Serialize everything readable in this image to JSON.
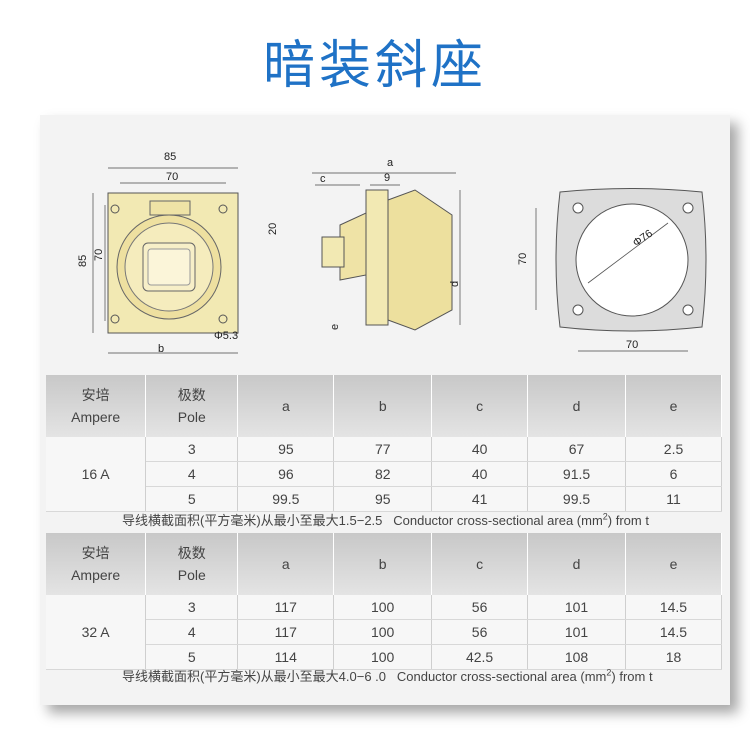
{
  "title": "暗装斜座",
  "drawings": {
    "front": {
      "w_outer": "85",
      "w_inner": "70",
      "h_outer": "85",
      "h_inner": "70",
      "hole": "Φ5.3",
      "b": "b"
    },
    "side": {
      "a": "a",
      "nine": "9",
      "c": "c",
      "twenty": "20",
      "d": "d",
      "e": "e"
    },
    "panel": {
      "h": "70",
      "w": "70",
      "dia": "Φ76"
    }
  },
  "tables": [
    {
      "headers": [
        {
          "cn": "安培",
          "en": "Ampere"
        },
        {
          "cn": "极数",
          "en": "Pole"
        },
        {
          "label": "a"
        },
        {
          "label": "b"
        },
        {
          "label": "c"
        },
        {
          "label": "d"
        },
        {
          "label": "e"
        }
      ],
      "ampere": "16 A",
      "rows": [
        {
          "pole": "3",
          "a": "95",
          "b": "77",
          "c": "40",
          "d": "67",
          "e": "2.5"
        },
        {
          "pole": "4",
          "a": "96",
          "b": "82",
          "c": "40",
          "d": "91.5",
          "e": "6"
        },
        {
          "pole": "5",
          "a": "99.5",
          "b": "95",
          "c": "41",
          "d": "99.5",
          "e": "11"
        }
      ],
      "note_cn": "导线横截面积(平方毫米)从最小至最大1.5−2.5",
      "note_en": "Conductor cross-sectional area (mm",
      "note_sup": "2",
      "note_tail": ") from t"
    },
    {
      "headers": [
        {
          "cn": "安培",
          "en": "Ampere"
        },
        {
          "cn": "极数",
          "en": "Pole"
        },
        {
          "label": "a"
        },
        {
          "label": "b"
        },
        {
          "label": "c"
        },
        {
          "label": "d"
        },
        {
          "label": "e"
        }
      ],
      "ampere": "32 A",
      "rows": [
        {
          "pole": "3",
          "a": "117",
          "b": "100",
          "c": "56",
          "d": "101",
          "e": "14.5"
        },
        {
          "pole": "4",
          "a": "117",
          "b": "100",
          "c": "56",
          "d": "101",
          "e": "14.5"
        },
        {
          "pole": "5",
          "a": "114",
          "b": "100",
          "c": "42.5",
          "d": "108",
          "e": "18"
        }
      ],
      "note_cn": "导线横截面积(平方毫米)从最小至最大4.0−6 .0",
      "note_en": "Conductor cross-sectional area (mm",
      "note_sup": "2",
      "note_tail": ") from t"
    }
  ],
  "colors": {
    "title": "#1f72c6",
    "socket": "#f2e9b3",
    "panel": "#dcdcdc"
  }
}
